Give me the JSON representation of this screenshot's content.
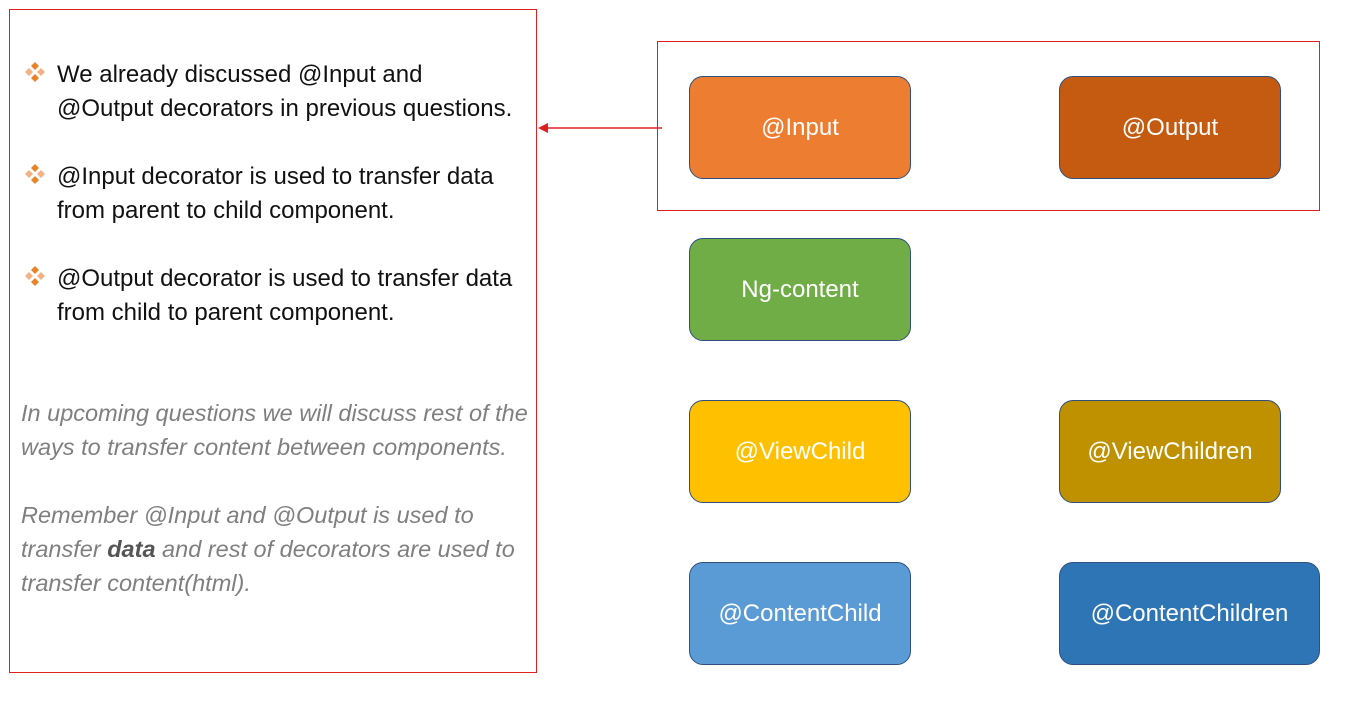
{
  "bullets": [
    "We already discussed @Input and @Output decorators in previous questions.",
    "@Input decorator is used to transfer data from parent to child component.",
    "@Output decorator is used to transfer data from child to parent component."
  ],
  "notes": {
    "note1": "In upcoming questions we will discuss rest of the ways to transfer content between components.",
    "note2_before": "Remember @Input and @Output is used to transfer ",
    "note2_bold": "data",
    "note2_after": " and rest of  decorators are used to transfer content(html)."
  },
  "boxes": {
    "input": "@Input",
    "output": "@Output",
    "ng_content": "Ng-content",
    "view_child": "@ViewChild",
    "view_children": "@ViewChildren",
    "content_child": "@ContentChild",
    "content_children": "@ContentChildren"
  },
  "colors": {
    "border_red": "#e02020",
    "bullet_icon": "#e8832a",
    "input": "#ed7d31",
    "output": "#c55a11",
    "ng_content": "#70ad47",
    "view_child": "#ffc000",
    "view_children": "#bf9000",
    "content_child": "#5b9bd5",
    "content_children": "#2e75b6"
  },
  "icons": {
    "bullet": "four-diamond-bullet-icon",
    "arrow": "arrow-left-icon"
  }
}
